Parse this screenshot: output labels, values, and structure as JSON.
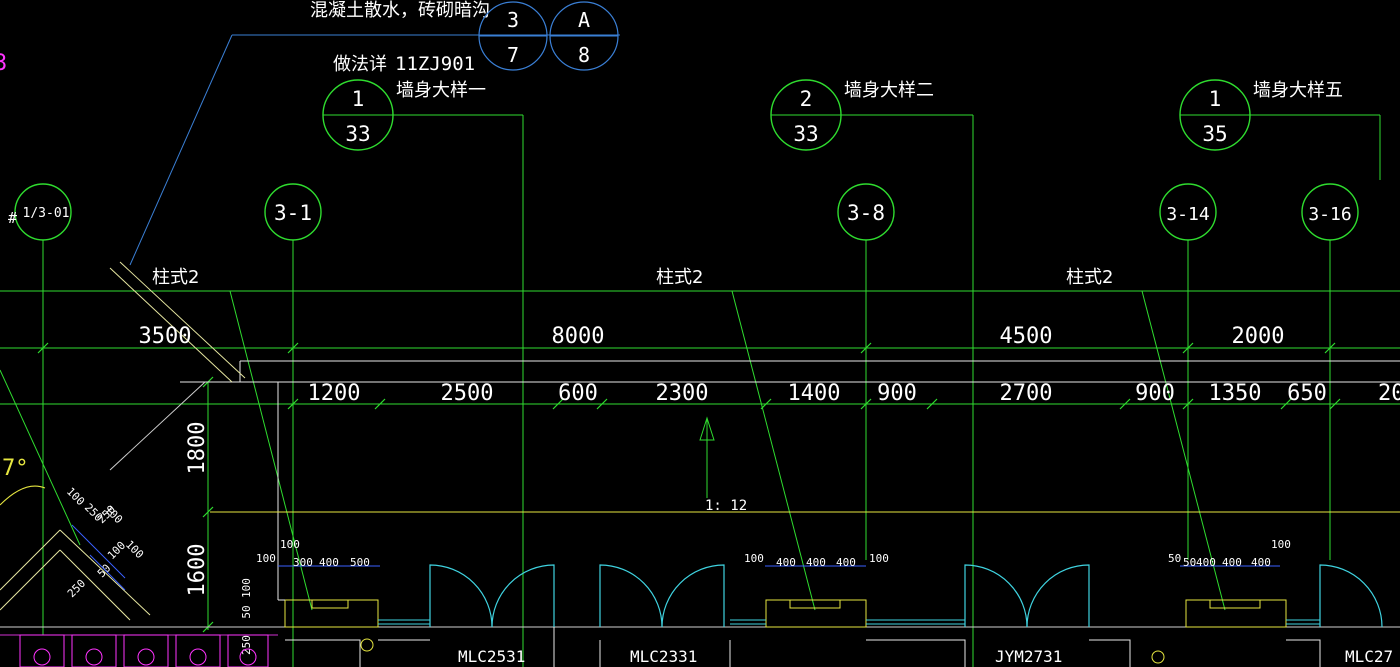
{
  "notes": {
    "top_note": "混凝土散水，砖砌暗沟",
    "method_label": "做法详",
    "atlas_code": "11ZJ901"
  },
  "detail_refs": [
    {
      "top": "3",
      "bottom": "7"
    },
    {
      "top": "A",
      "bottom": "8"
    },
    {
      "top": "1",
      "bottom": "33",
      "title": "墙身大样一"
    },
    {
      "top": "2",
      "bottom": "33",
      "title": "墙身大样二"
    },
    {
      "top": "1",
      "bottom": "35",
      "title": "墙身大样五"
    }
  ],
  "axes": [
    "1/3-01",
    "3-1",
    "3-8",
    "3-14",
    "3-16"
  ],
  "axis_prefix": "#",
  "column_label": "柱式2",
  "dims_row1": [
    "3500",
    "8000",
    "4500",
    "2000"
  ],
  "dims_row2": [
    "1200",
    "2500",
    "600",
    "2300",
    "1400",
    "900",
    "2700",
    "900",
    "1350",
    "650",
    "20"
  ],
  "dims_vertical": [
    "1800",
    "1600",
    "100",
    "50",
    "250"
  ],
  "slope_label": "1: 12",
  "angle_label": "7°",
  "small_dims": {
    "g1": [
      "100",
      "100",
      "300",
      "400",
      "500"
    ],
    "g2": [
      "100",
      "400",
      "400",
      "400",
      "100"
    ],
    "g3": [
      "50",
      "50",
      "400",
      "400",
      "400",
      "100"
    ],
    "diag": [
      "100",
      "250",
      "250",
      "100",
      "100",
      "50",
      "100",
      "250"
    ]
  },
  "openings": [
    "MLC2531",
    "MLC2331",
    "JYM2731",
    "MLC27"
  ]
}
